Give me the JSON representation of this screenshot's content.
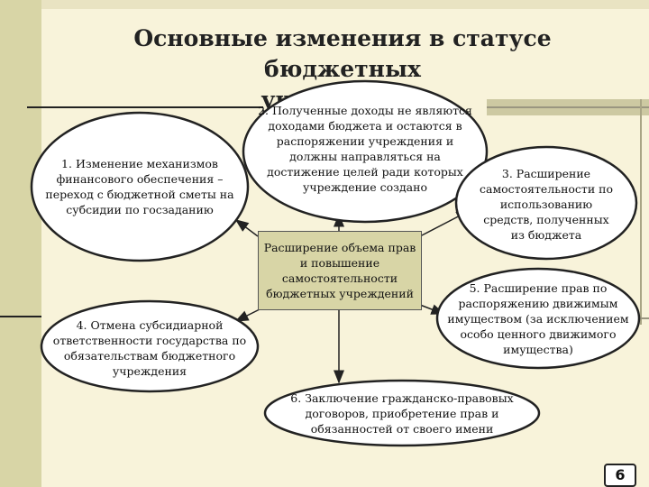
{
  "title_line1": "Основные изменения в статусе бюджетных",
  "title_line2": "учреждений",
  "center": "Расширение объема прав и повышение самостоятельности бюджетных учреждений",
  "node1": "1. Изменение механизмов финансового обеспечения – переход с бюджетной сметы на субсидии по госзаданию",
  "node2": "2. Полученные доходы не являются доходами бюджета и остаются в распоряжении учреждения и должны направляться на достижение целей ради которых учреждение создано",
  "node3": "3. Расширение самостоятельности по использованию средств, полученных из бюджета",
  "node4_bold": "4. Отмена субсидиарной ответственности государства",
  "node4_plain": "по обязательствам бюджетного учреждения",
  "node5_bold": "5. Расширение прав по распоряжению движимым имуществом",
  "node5_plain": "(за исключением особо ценного движимого имущества)",
  "node6": "6. Заключение гражданско-правовых договоров, приобретение прав и обязанностей от своего имени",
  "page_number": "6",
  "colors": {
    "background": "#f8f3da",
    "band": "#d8d5a6",
    "node_fill": "#ffffff",
    "stroke": "#222222"
  }
}
